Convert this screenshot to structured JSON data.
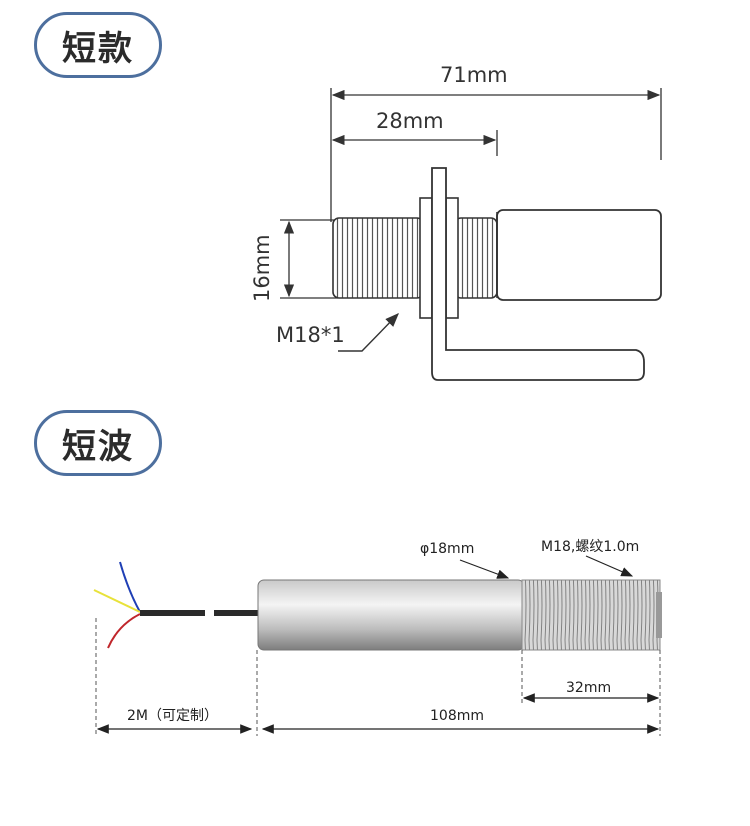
{
  "sections": {
    "short_model_label": "短款",
    "short_wave_label": "短波"
  },
  "top_diagram": {
    "dim_total": "71mm",
    "dim_thread_len": "28mm",
    "dim_diameter": "16mm",
    "thread_spec": "M18*1"
  },
  "bottom_diagram": {
    "dim_diameter": "φ18mm",
    "thread_spec": "M18,螺纹1.0m",
    "dim_thread_len": "32mm",
    "dim_cable": "2M（可定制）",
    "dim_body": "108mm"
  },
  "colors": {
    "badge_border": "#4d6f9e",
    "wire_blue": "#1f3fb5",
    "wire_yellow": "#e8e23a",
    "wire_red": "#c0262b"
  }
}
